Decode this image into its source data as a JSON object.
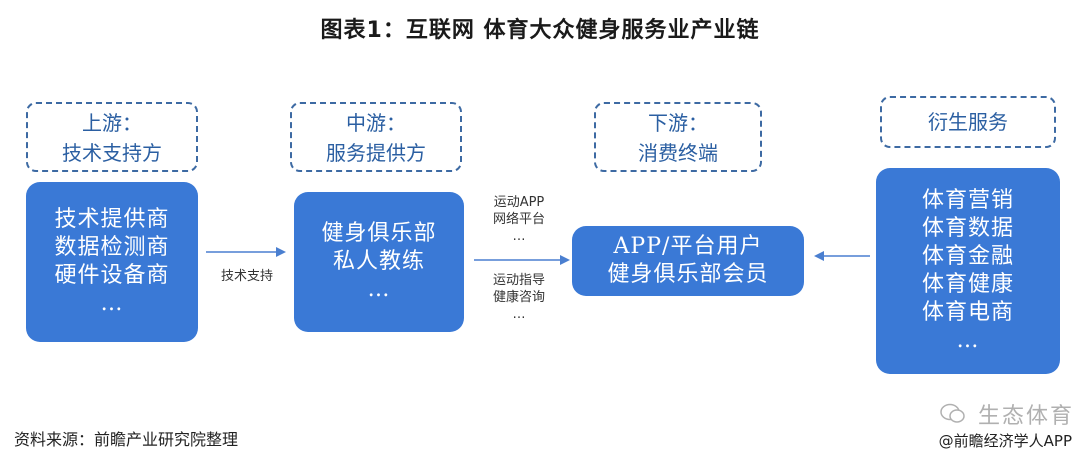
{
  "title": "图表1：互联网 体育大众健身服务业产业链",
  "upstream": {
    "label_line1": "上游：",
    "label_line2": "技术支持方",
    "items": [
      "技术提供商",
      "数据检测商",
      "硬件设备商",
      "…"
    ]
  },
  "midstream": {
    "label_line1": "中游：",
    "label_line2": "服务提供方",
    "items": [
      "健身俱乐部",
      "私人教练",
      "…"
    ]
  },
  "downstream": {
    "label_line1": "下游：",
    "label_line2": "消费终端",
    "items": [
      "APP/平台用户",
      "健身俱乐部会员"
    ]
  },
  "derivative": {
    "label": "衍生服务",
    "items": [
      "体育营销",
      "体育数据",
      "体育金融",
      "体育健康",
      "体育电商",
      "…"
    ]
  },
  "arrow_labels": {
    "up_to_mid": "技术支持",
    "mid_to_down_top": [
      "运动APP",
      "网络平台",
      "…"
    ],
    "mid_to_down_bottom": [
      "运动指导",
      "健康咨询",
      "…"
    ]
  },
  "footer": {
    "source": "资料来源：前瞻产业研究院整理",
    "credit": "@前瞻经济学人APP",
    "watermark": "生态体育"
  },
  "colors": {
    "box_fill": "#3a79d6",
    "dashed_border": "#3d6aa3",
    "arrow": "#4a7fd0"
  }
}
